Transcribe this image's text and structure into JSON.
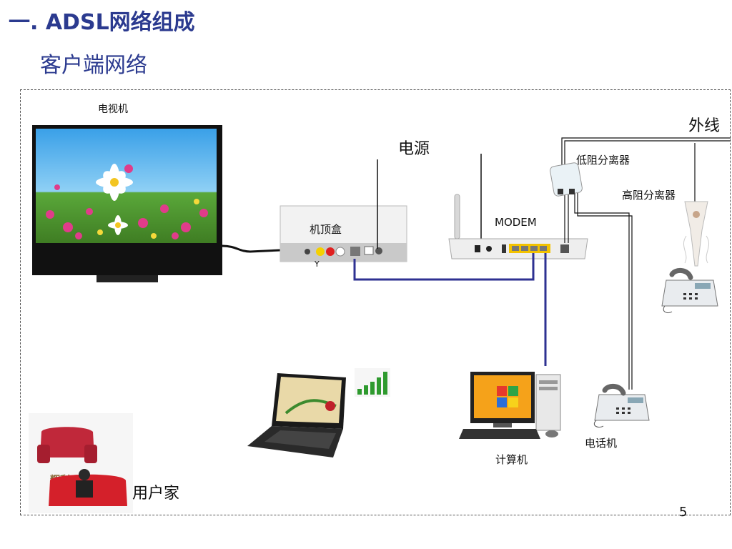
{
  "slide": {
    "title": "一. ADSL网络组成",
    "subtitle": "客户端网络",
    "page_number": "5"
  },
  "labels": {
    "tv": "电视机",
    "power": "电源",
    "outside_line": "外线",
    "low_splitter": "低阻分离器",
    "high_splitter": "高阻分离器",
    "stb": "机顶盒",
    "stb_port": "Y",
    "modem": "MODEM",
    "computer": "计算机",
    "phone": "电话机",
    "home": "用户家"
  },
  "colors": {
    "title": "#2b3a8f",
    "ethernet_cable": "#2e3192",
    "phone_line": "#111111"
  },
  "icons": [
    "tv-icon",
    "set-top-box-icon",
    "modem-icon",
    "low-splitter-icon",
    "high-splitter-icon",
    "telephone-icon",
    "laptop-icon",
    "signal-bars-icon",
    "desktop-computer-icon",
    "sofa-icon"
  ]
}
